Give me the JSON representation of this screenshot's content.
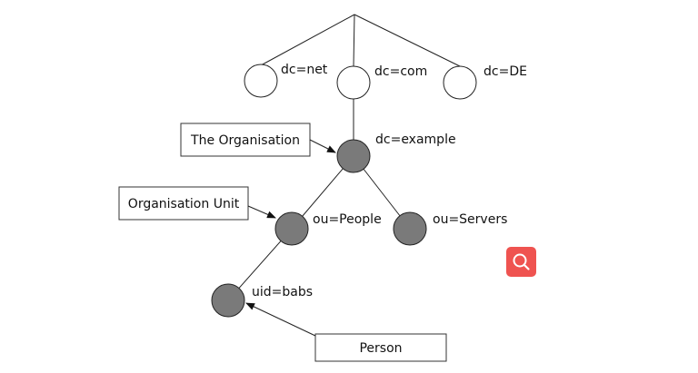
{
  "nodes": {
    "net": "dc=net",
    "com": "dc=com",
    "de": "dc=DE",
    "example": "dc=example",
    "people": "ou=People",
    "servers": "ou=Servers",
    "babs": "uid=babs"
  },
  "callouts": {
    "organisation": "The Organisation",
    "organisation_unit": "Organisation Unit",
    "person": "Person"
  },
  "icons": {
    "search": "search-icon"
  },
  "colors": {
    "filled_node": "#7a7a7a",
    "search_button": "#ef5350"
  }
}
